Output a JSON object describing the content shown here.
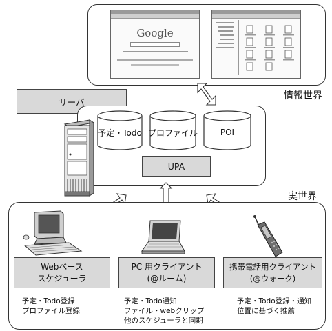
{
  "diagram": {
    "info_world_label": "情報世界",
    "real_world_label": "実世界",
    "server_label": "サーバ",
    "databases": [
      "予定・Todo",
      "プロファイル",
      "POI"
    ],
    "upa_label": "UPA",
    "clients": [
      {
        "label": [
          "Webベース",
          "スケジューラ"
        ],
        "notes": [
          "予定・Todo登録",
          "プロファイル登録"
        ]
      },
      {
        "label": [
          "PC 用クライアント",
          "(@ルーム)"
        ],
        "notes": [
          "予定・Todo通知",
          "ファイル・webクリップ",
          "他のスケジューラと同期"
        ]
      },
      {
        "label": [
          "携帯電話用クライアント",
          "(@ウォーク)"
        ],
        "notes": [
          "予定・Todo登録・通知",
          "位置に基づく推薦"
        ]
      }
    ],
    "screenshot_google_logo": "Google"
  }
}
